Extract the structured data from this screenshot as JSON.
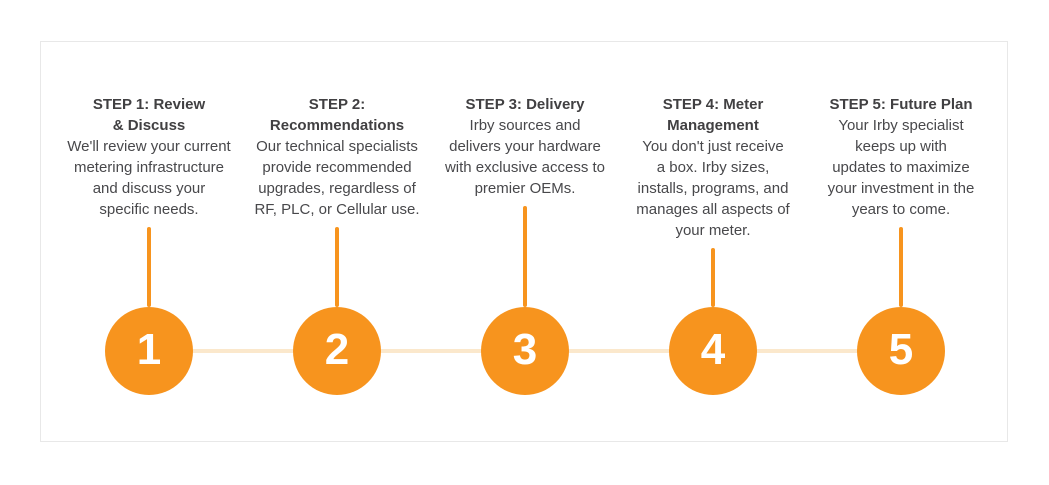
{
  "colors": {
    "accent_orange": "#f7941e",
    "track_light_orange": "#fbe8cc",
    "title_text": "#414042",
    "body_text": "#48484b",
    "number_text": "#ffffff",
    "card_border": "#e8e8e8",
    "card_background": "#ffffff"
  },
  "steps": [
    {
      "number": "1",
      "title": "STEP 1: Review\n& Discuss",
      "description": "We'll review your current\nmetering infrastructure\nand discuss your\nspecific needs."
    },
    {
      "number": "2",
      "title": "STEP 2:\nRecommendations",
      "description": "Our technical specialists\nprovide recommended\nupgrades, regardless of\nRF, PLC, or Cellular use."
    },
    {
      "number": "3",
      "title": "STEP 3: Delivery",
      "description": "Irby sources and\ndelivers your hardware\nwith exclusive access to\npremier OEMs."
    },
    {
      "number": "4",
      "title": "STEP 4: Meter\nManagement",
      "description": "You don't just receive\na box. Irby sizes,\ninstalls, programs, and\nmanages all aspects of\nyour meter."
    },
    {
      "number": "5",
      "title": "STEP 5: Future Plan",
      "description": "Your Irby specialist\nkeeps up with\nupdates to maximize\nyour investment in the\nyears to come."
    }
  ]
}
